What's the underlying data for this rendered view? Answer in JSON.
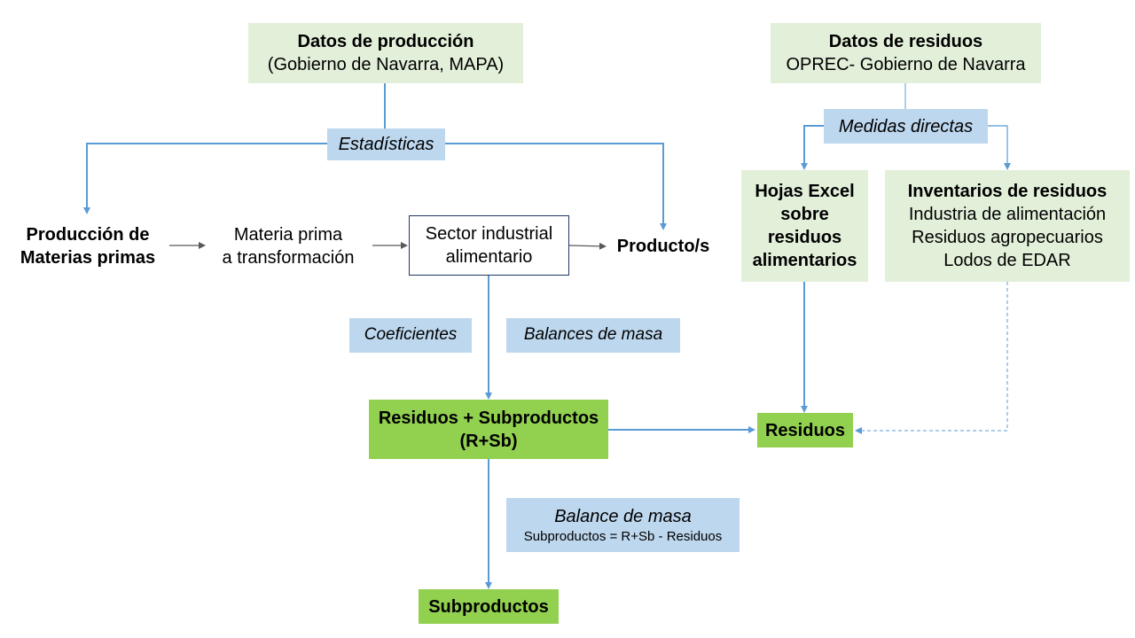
{
  "diagram": {
    "datos_produccion": {
      "title": "Datos de producción",
      "subtitle": "(Gobierno de Navarra, MAPA)"
    },
    "datos_residuos": {
      "title": "Datos de residuos",
      "subtitle": "OPREC- Gobierno de Navarra"
    },
    "estadisticas": "Estadísticas",
    "medidas_directas": "Medidas directas",
    "produccion_materias": {
      "line1": "Producción de",
      "line2": "Materias primas"
    },
    "materia_prima": {
      "line1": "Materia prima",
      "line2": "a transformación"
    },
    "sector_industrial": {
      "line1": "Sector industrial",
      "line2": "alimentario"
    },
    "productos": "Producto/s",
    "hojas_excel": {
      "line1": "Hojas Excel",
      "line2": "sobre",
      "line3": "residuos",
      "line4": "alimentarios"
    },
    "inventarios": {
      "title": "Inventarios de residuos",
      "items": [
        "Industria de alimentación",
        "Residuos agropecuarios",
        "Lodos de EDAR"
      ]
    },
    "coeficientes": "Coeficientes",
    "balances_masa": "Balances de masa",
    "residuos_subproductos": {
      "line1": "Residuos + Subproductos",
      "line2": "(R+Sb)"
    },
    "residuos": "Residuos",
    "balance_masa": {
      "title": "Balance de masa",
      "formula": "Subproductos = R+Sb - Residuos"
    },
    "subproductos": "Subproductos"
  },
  "colors": {
    "light_green": "#e2efd9",
    "green": "#92d050",
    "light_blue": "#bdd7ee",
    "connector_blue": "#5b9bd5",
    "connector_gray": "#595959"
  }
}
